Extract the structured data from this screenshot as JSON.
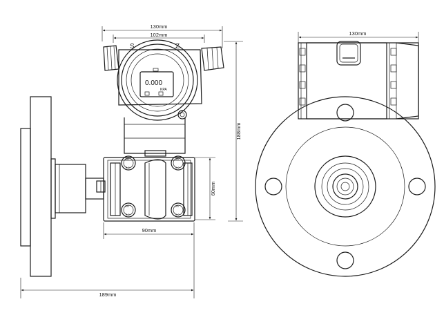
{
  "front_view": {
    "label_left": "S",
    "label_right": "Z",
    "display_value": "0.000",
    "display_unit": "KPA",
    "dimensions": {
      "top_width": "130mm",
      "inner_width": "102mm",
      "height": "188mm",
      "flange_height": "60mm",
      "flange_width": "90mm",
      "total_width": "189mm"
    },
    "bolt_labels": [
      "DG",
      "DG",
      "DG",
      "DG"
    ],
    "bolt_marks": [
      "0.0",
      "0.0",
      "0.0",
      "0.0"
    ]
  },
  "side_view": {
    "dimensions": {
      "top_width": "130mm"
    }
  }
}
